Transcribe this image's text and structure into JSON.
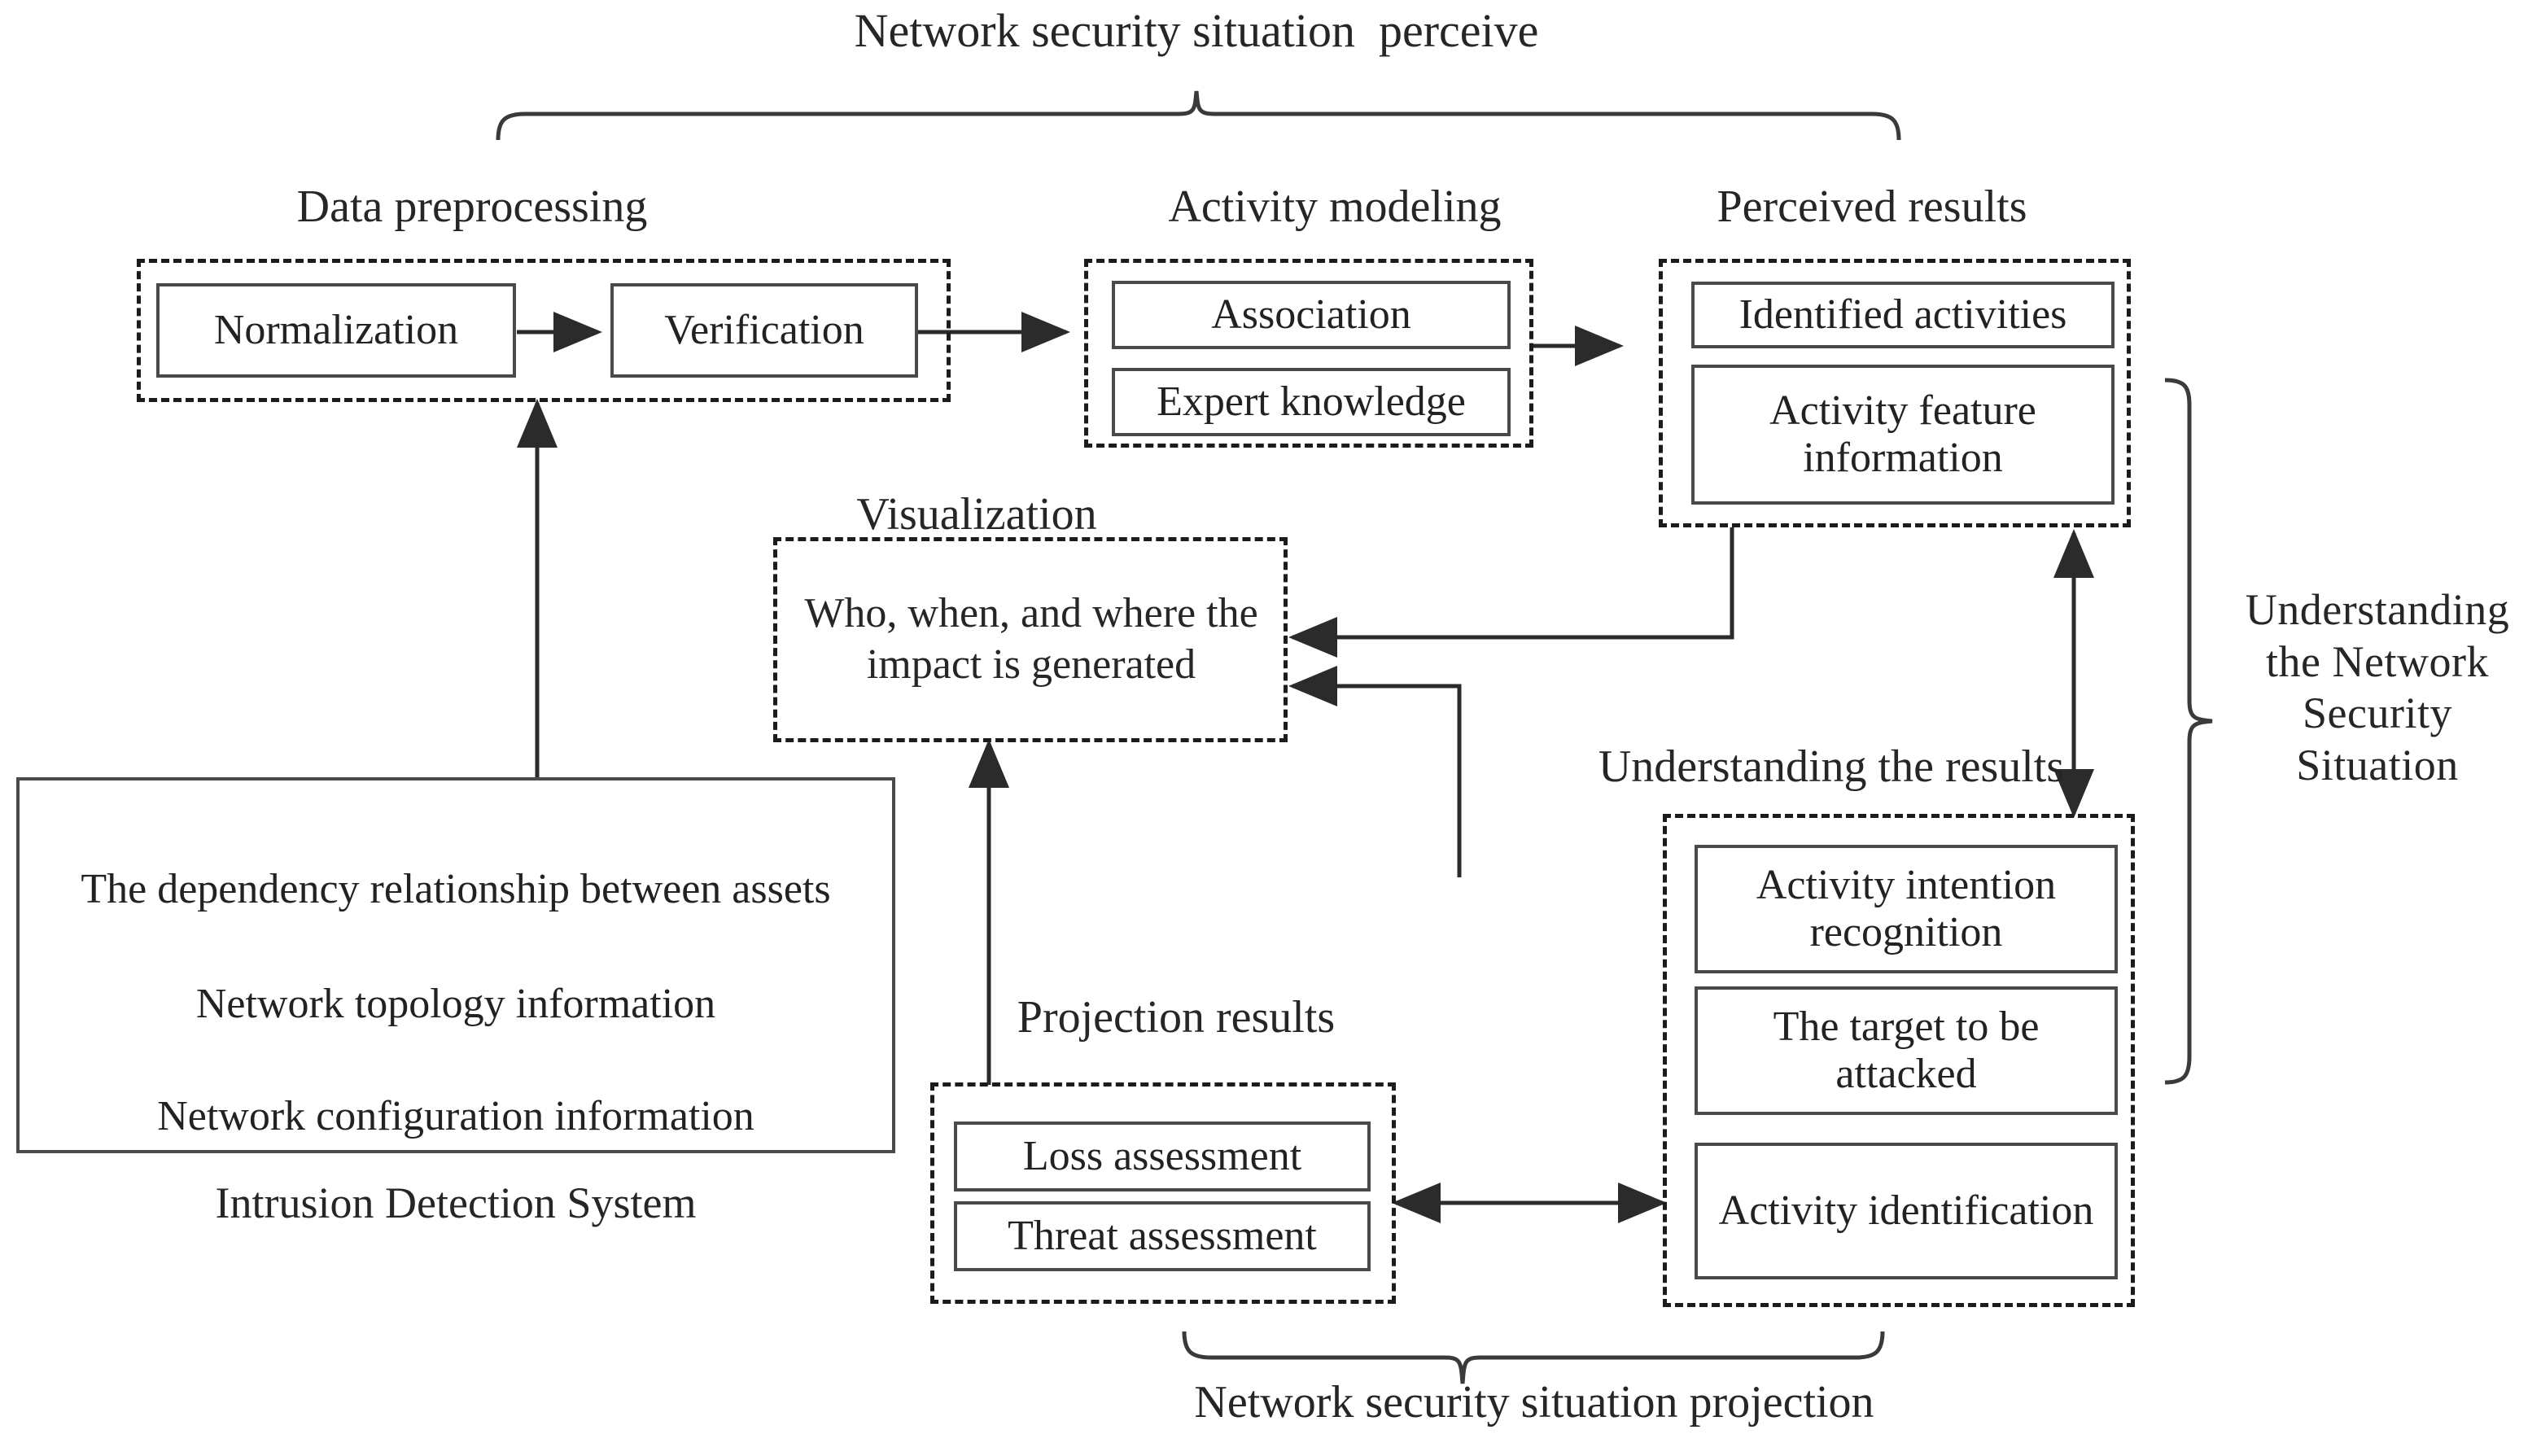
{
  "diagram": {
    "top_caption": "Network security situation  perceive",
    "bottom_caption": "Network security situation projection",
    "right_caption": "Understanding the Network Security Situation",
    "accent_color": "#1c1c1c",
    "box_border_color": "#4a4a4a",
    "background_color": "#ffffff"
  },
  "groups": {
    "data_preprocessing": {
      "title": "Data preprocessing",
      "items": [
        {
          "label": "Normalization"
        },
        {
          "label": "Verification"
        }
      ]
    },
    "activity_modeling": {
      "title": "Activity modeling",
      "items": [
        {
          "label": "Association"
        },
        {
          "label": "Expert knowledge"
        }
      ]
    },
    "perceived_results": {
      "title": "Perceived results",
      "items": [
        {
          "label": "Identified activities"
        },
        {
          "label": "Activity feature information"
        }
      ]
    },
    "visualization": {
      "title": "Visualization",
      "items": [
        {
          "label": "Who, when, and where the impact is generated"
        }
      ]
    },
    "understanding_results": {
      "title": "Understanding the results",
      "items": [
        {
          "label": "Activity intention recognition"
        },
        {
          "label": "The target to be attacked"
        },
        {
          "label": "Activity identification"
        }
      ]
    },
    "projection_results": {
      "title": "Projection results",
      "items": [
        {
          "label": "Loss assessment"
        },
        {
          "label": "Threat assessment"
        }
      ]
    }
  },
  "intrusion_detection_system": {
    "caption": "Intrusion Detection System",
    "lines": [
      "The dependency relationship between assets",
      "Network topology information",
      "Network configuration information"
    ]
  },
  "connections": [
    {
      "name": "normalization-to-verification",
      "from": "Normalization",
      "to": "Verification",
      "kind": "arrow"
    },
    {
      "name": "preprocessing-to-activity-modeling",
      "from": "Data preprocessing",
      "to": "Activity modeling",
      "kind": "arrow"
    },
    {
      "name": "activity-modeling-to-perceived-results",
      "from": "Activity modeling",
      "to": "Perceived results",
      "kind": "arrow"
    },
    {
      "name": "ids-to-preprocessing",
      "from": "Intrusion Detection System",
      "to": "Data preprocessing",
      "kind": "arrow"
    },
    {
      "name": "perceived-results-to-visualization",
      "from": "Perceived results",
      "to": "Visualization",
      "kind": "arrow"
    },
    {
      "name": "understanding-results-to-visualization",
      "from": "Understanding the results",
      "to": "Visualization",
      "kind": "arrow"
    },
    {
      "name": "perceived-understanding-bidirectional",
      "from": "Perceived results",
      "to": "Understanding the results",
      "kind": "double-arrow"
    },
    {
      "name": "projection-understanding-bidirectional",
      "from": "Projection results",
      "to": "Understanding the results",
      "kind": "double-arrow"
    },
    {
      "name": "projection-to-visualization",
      "from": "Projection results",
      "to": "Visualization",
      "kind": "arrow"
    }
  ]
}
